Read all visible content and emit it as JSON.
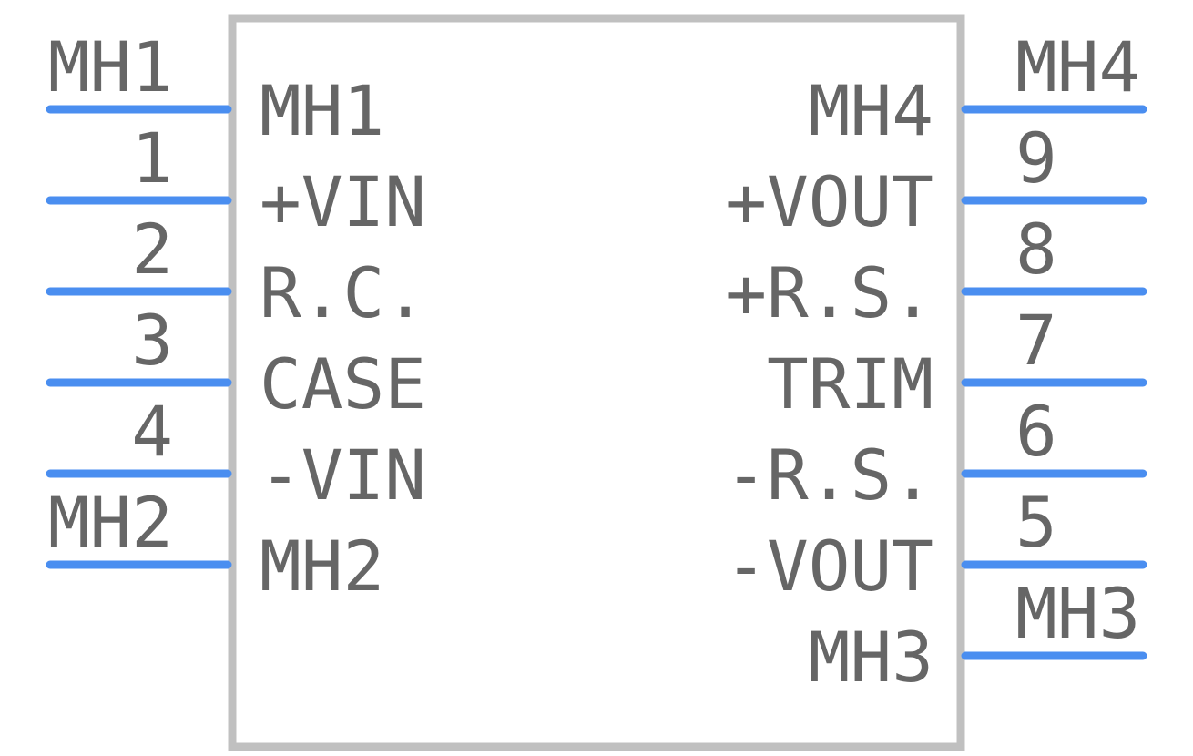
{
  "component": {
    "body_color": "#c0c0c0",
    "pin_color": "#4a8ef0",
    "text_color": "#666666",
    "left_pins": [
      {
        "pin": "MH1",
        "name": "MH1"
      },
      {
        "pin": "1",
        "name": "+VIN"
      },
      {
        "pin": "2",
        "name": "R.C."
      },
      {
        "pin": "3",
        "name": "CASE"
      },
      {
        "pin": "4",
        "name": "-VIN"
      },
      {
        "pin": "MH2",
        "name": "MH2"
      }
    ],
    "right_pins": [
      {
        "pin": "MH4",
        "name": "MH4"
      },
      {
        "pin": "9",
        "name": "+VOUT"
      },
      {
        "pin": "8",
        "name": "+R.S."
      },
      {
        "pin": "7",
        "name": "TRIM"
      },
      {
        "pin": "6",
        "name": "-R.S."
      },
      {
        "pin": "5",
        "name": "-VOUT"
      },
      {
        "pin": "MH3",
        "name": "MH3"
      }
    ]
  }
}
